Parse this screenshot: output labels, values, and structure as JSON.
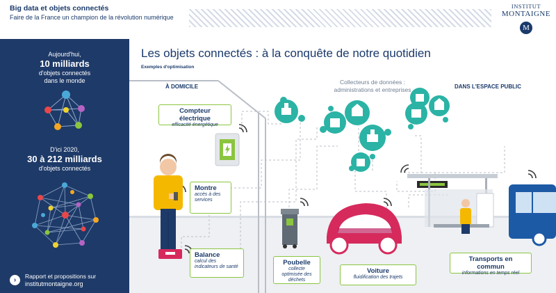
{
  "header": {
    "title": "Big data et objets connectés",
    "subtitle": "Faire de la France un champion de la révolution numérique",
    "logo_line1": "INSTITUT",
    "logo_line2": "MONTAIGNE",
    "logo_badge": "M"
  },
  "sidebar": {
    "stat1_intro": "Aujourd'hui,",
    "stat1_value": "10 milliards",
    "stat1_line1": "d'objets connectés",
    "stat1_line2": "dans le monde",
    "stat2_intro": "D'ici 2020,",
    "stat2_value": "30 à 212 milliards",
    "stat2_line1": "d'objets connectés",
    "footer_line1": "Rapport et propositions sur",
    "footer_line2": "institutmontaigne.org",
    "colors": {
      "bg": "#1e3a68",
      "node_palette": [
        "#e8474a",
        "#f5a623",
        "#8bc53f",
        "#4aa8d8",
        "#b563c4",
        "#f2d22e"
      ]
    }
  },
  "main": {
    "title": "Les objets connectés : à la conquête de notre quotidien",
    "subtitle": "Exemples d'optimisation",
    "section_home": "À DOMICILE",
    "section_collectors_line1": "Collecteurs de données :",
    "section_collectors_line2": "administrations et entreprises",
    "section_public": "DANS L'ESPACE PUBLIC"
  },
  "callouts": [
    {
      "title": "Compteur électrique",
      "desc": "efficacité énergétique"
    },
    {
      "title": "Montre",
      "desc": "accès à des services"
    },
    {
      "title": "Balance",
      "desc": "calcul des indicateurs de santé"
    },
    {
      "title": "Poubelle",
      "desc": "collecte optimisée des déchets"
    },
    {
      "title": "Voiture",
      "desc": "fluidification des trajets"
    },
    {
      "title": "Transports en commun",
      "desc": "informations en temps réel"
    }
  ],
  "colors": {
    "accent_green": "#8bc53f",
    "navy": "#1a3a6b",
    "teal": "#2bb3a5",
    "car_pink": "#d62a5d",
    "bus_blue": "#1d5aa6"
  }
}
